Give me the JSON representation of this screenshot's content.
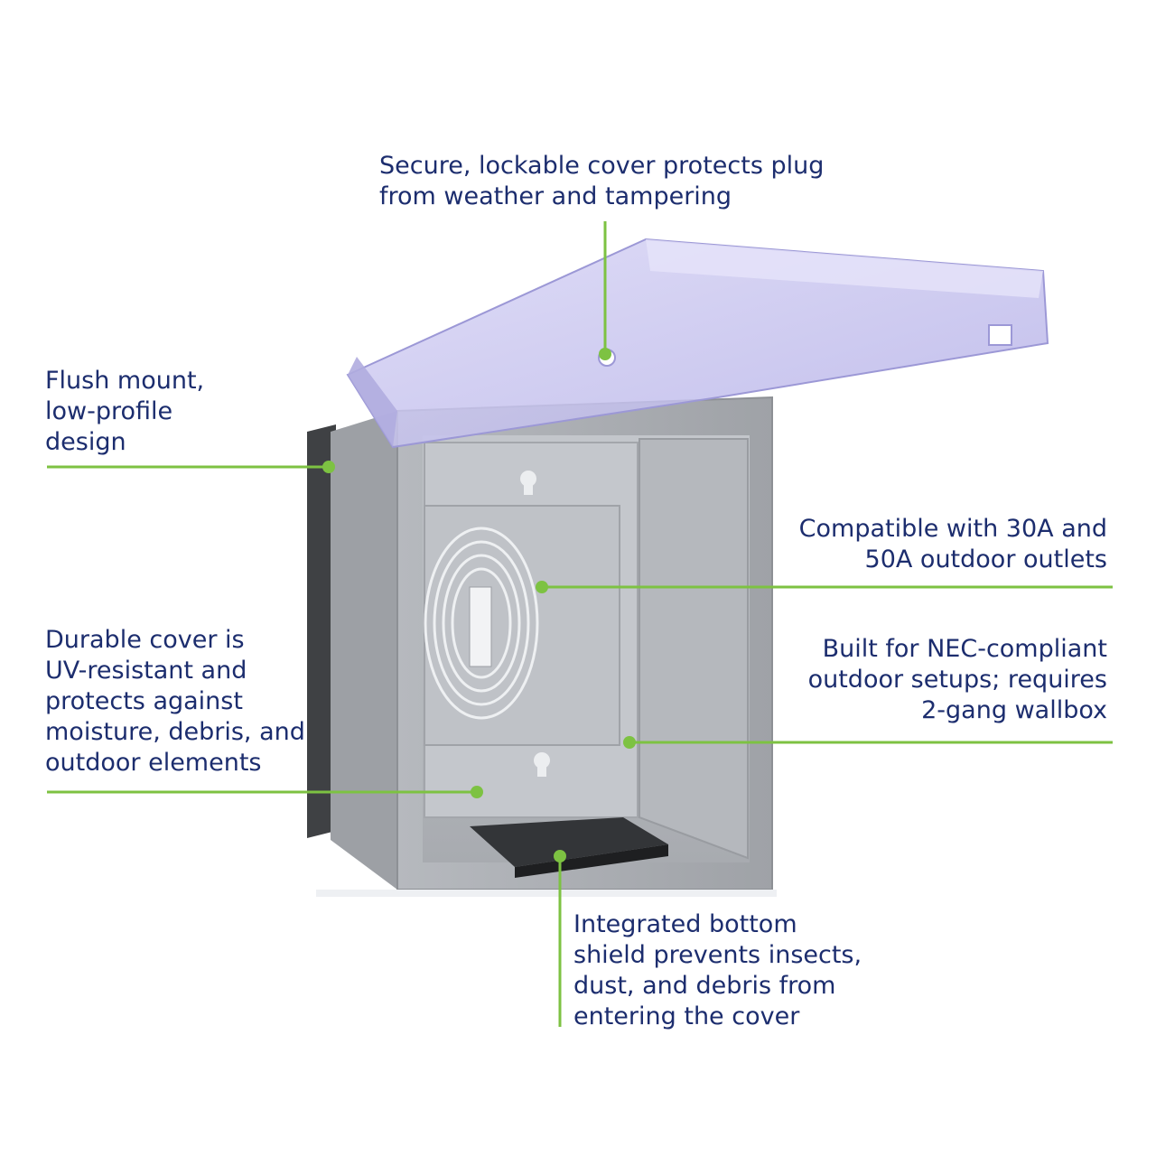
{
  "colors": {
    "text": "#1c2d6e",
    "leader": "#7dc242",
    "box_body": "#a9acb1",
    "cover": "#c9c8ef"
  },
  "callouts": {
    "top": {
      "lines": [
        "Secure, lockable cover protects plug",
        "from weather and tampering"
      ]
    },
    "flush": {
      "lines": [
        "Flush mount,",
        "low-profile",
        "design"
      ]
    },
    "durable": {
      "lines": [
        "Durable cover is",
        "UV-resistant and",
        "protects against",
        "moisture, debris, and",
        "outdoor elements"
      ]
    },
    "compatible": {
      "lines": [
        "Compatible with 30A and",
        "50A outdoor outlets"
      ]
    },
    "nec": {
      "lines": [
        "Built for NEC-compliant",
        "outdoor setups; requires",
        "2-gang wallbox"
      ]
    },
    "shield": {
      "lines": [
        "Integrated bottom",
        "shield prevents insects,",
        "dust, and debris from",
        "entering the cover"
      ]
    }
  }
}
